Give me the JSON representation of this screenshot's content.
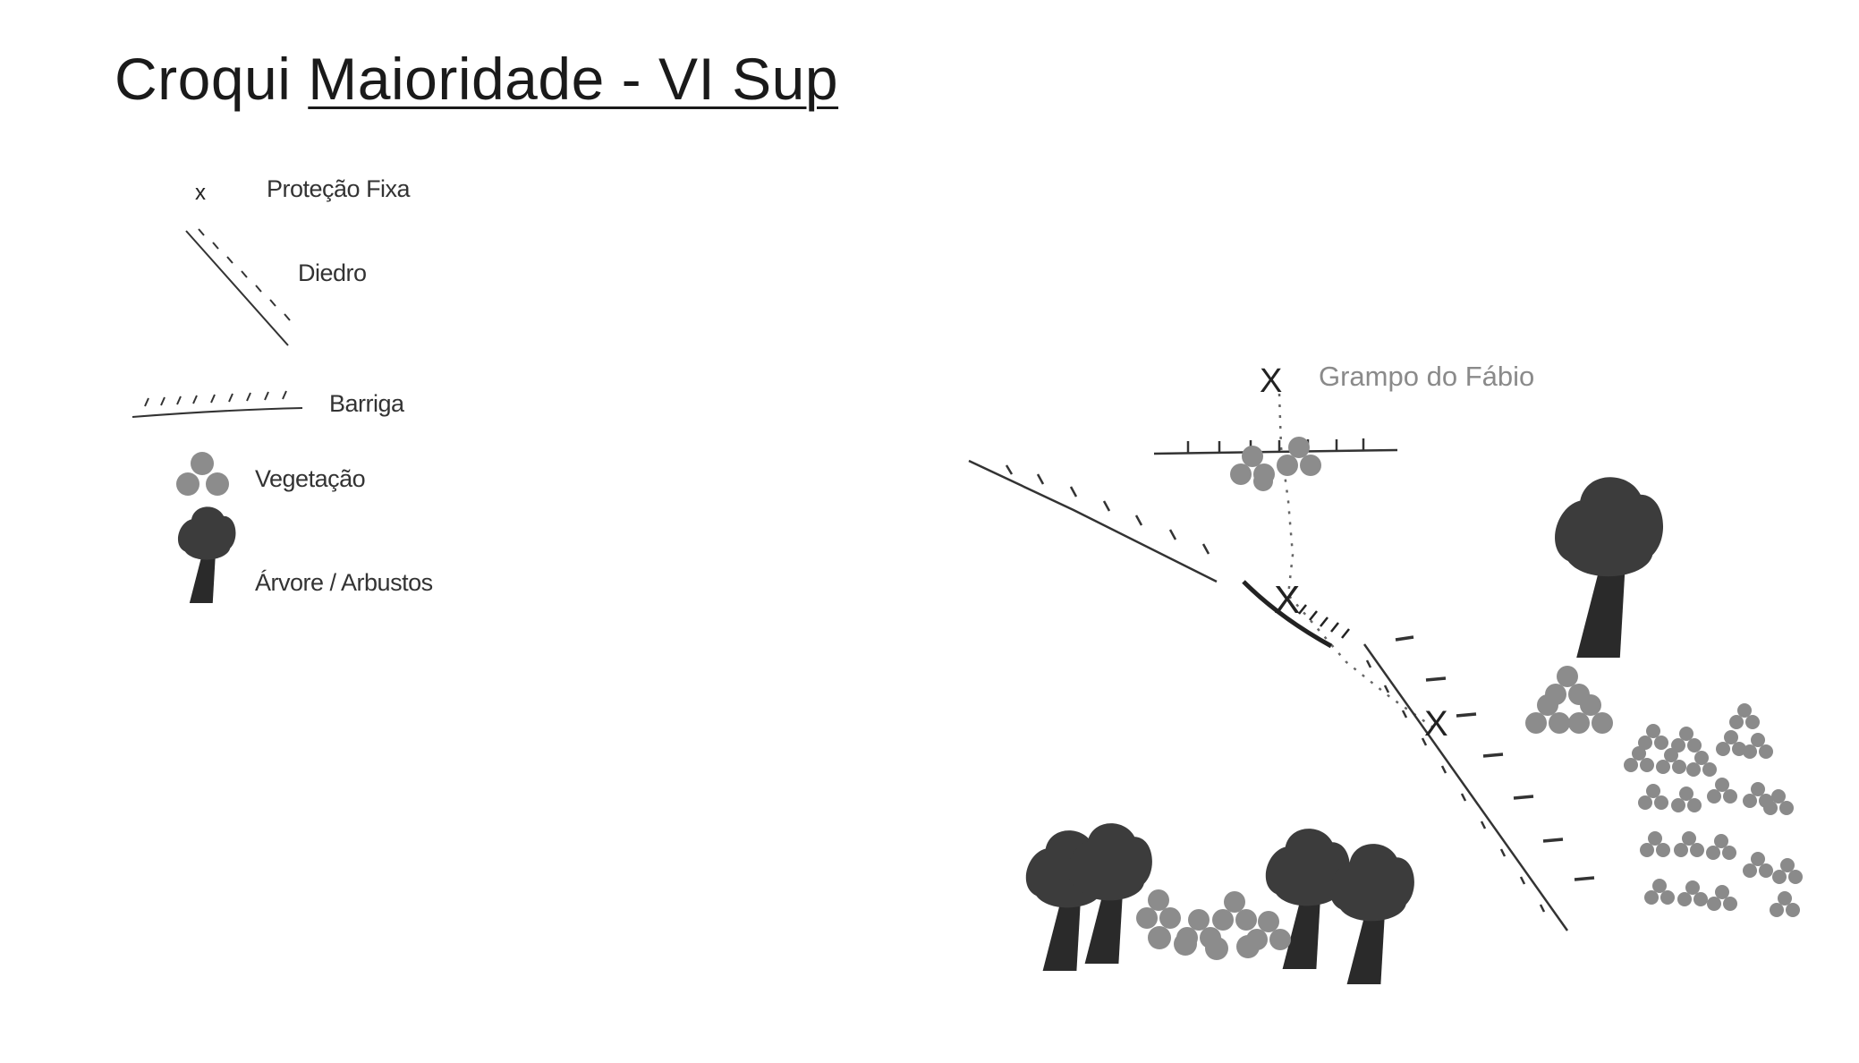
{
  "title": {
    "prefix": "Croqui",
    "name": "Maioridade - VI Sup"
  },
  "legend": {
    "items": [
      {
        "symbol": "x",
        "label": "Proteção Fixa"
      },
      {
        "symbol": "dihedral",
        "label": "Diedro"
      },
      {
        "symbol": "bulge",
        "label": "Barriga"
      },
      {
        "symbol": "vegetation",
        "label": "Vegetação"
      },
      {
        "symbol": "tree",
        "label": "Árvore / Arbustos"
      }
    ]
  },
  "route": {
    "anchor_label": "Grampo do Fábio",
    "protection_marks": [
      "X",
      "X",
      "X"
    ]
  },
  "icons": {
    "protection": "x-mark-icon",
    "dihedral": "dihedral-line-icon",
    "bulge": "bulge-line-icon",
    "vegetation": "vegetation-cluster-icon",
    "tree": "tree-icon"
  },
  "colors": {
    "ink": "#222222",
    "vegetation": "#8c8c8c",
    "tree": "#3c3c3c",
    "trunk": "#2a2a2a",
    "anchor_text": "#8a8a8a"
  }
}
